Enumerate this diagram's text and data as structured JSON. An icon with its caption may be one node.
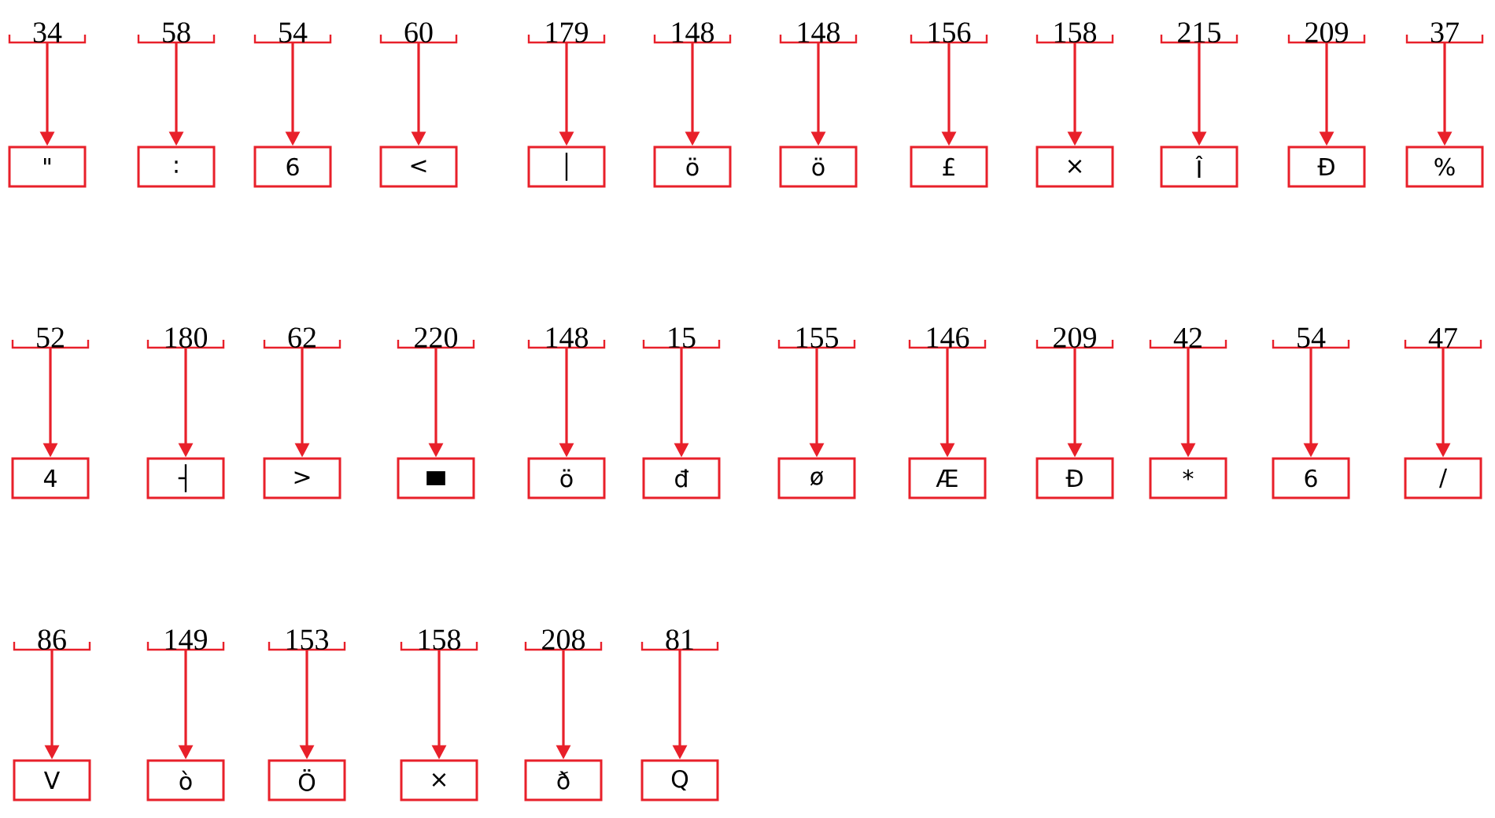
{
  "diagram": {
    "nodes": [
      {
        "text": [
          "34"
        ]
      },
      {
        "text": [
          "\""
        ]
      },
      {
        "text": [
          "58"
        ]
      },
      {
        "text": [
          ":"
        ]
      },
      {
        "text": [
          "54"
        ]
      },
      {
        "text": [
          "6"
        ]
      },
      {
        "text": [
          "60"
        ]
      },
      {
        "text": [
          "<"
        ]
      },
      {
        "text": [
          "179"
        ]
      },
      {
        "text": [
          "│"
        ]
      },
      {
        "text": [
          "148"
        ]
      },
      {
        "text": [
          "ö"
        ]
      },
      {
        "text": [
          "148"
        ]
      },
      {
        "text": [
          "ö"
        ]
      },
      {
        "text": [
          "156"
        ]
      },
      {
        "text": [
          "£"
        ]
      },
      {
        "text": [
          "158"
        ]
      },
      {
        "text": [
          "×"
        ]
      },
      {
        "text": [
          "215"
        ]
      },
      {
        "text": [
          "Î"
        ]
      },
      {
        "text": [
          "209"
        ]
      },
      {
        "text": [
          "Ð"
        ]
      },
      {
        "text": [
          "37"
        ]
      },
      {
        "text": [
          "%"
        ]
      },
      {
        "text": [
          "52"
        ]
      },
      {
        "text": [
          "4"
        ]
      },
      {
        "text": [
          "180"
        ]
      },
      {
        "text": [
          "┤"
        ]
      },
      {
        "text": [
          "62"
        ]
      },
      {
        "text": [
          ">"
        ]
      },
      {
        "text": [
          "220"
        ]
      },
      {
        "text": [
          "▄"
        ]
      },
      {
        "text": [
          "148"
        ]
      },
      {
        "text": [
          "ö"
        ]
      },
      {
        "text": [
          "15"
        ]
      },
      {
        "text": [
          "đ"
        ]
      },
      {
        "text": [
          "155"
        ]
      },
      {
        "text": [
          "ø"
        ]
      },
      {
        "text": [
          "146"
        ]
      },
      {
        "text": [
          "Æ"
        ]
      },
      {
        "text": [
          "209"
        ]
      },
      {
        "text": [
          "Ð"
        ]
      },
      {
        "text": [
          "42"
        ]
      },
      {
        "text": [
          "*"
        ]
      },
      {
        "text": [
          "54"
        ]
      },
      {
        "text": [
          "6"
        ]
      },
      {
        "text": [
          "47"
        ]
      },
      {
        "text": [
          "/"
        ]
      },
      {
        "text": [
          "86"
        ]
      },
      {
        "text": [
          "V"
        ]
      },
      {
        "text": [
          "149"
        ]
      },
      {
        "text": [
          "ò"
        ]
      },
      {
        "text": [
          "153"
        ]
      },
      {
        "text": [
          "Ö"
        ]
      },
      {
        "text": [
          "158"
        ]
      },
      {
        "text": [
          "×"
        ]
      },
      {
        "text": [
          "208"
        ]
      },
      {
        "text": [
          "ð"
        ]
      },
      {
        "text": [
          "81"
        ]
      },
      {
        "text": [
          "Q"
        ]
      }
    ],
    "edges": [
      {
        "from": 0,
        "to": 1,
        "arrow": "to"
      },
      {
        "from": 2,
        "to": 3,
        "arrow": "to"
      },
      {
        "from": 4,
        "to": 5,
        "arrow": "to"
      },
      {
        "from": 6,
        "to": 7,
        "arrow": "to"
      },
      {
        "from": 8,
        "to": 9,
        "arrow": "to"
      },
      {
        "from": 10,
        "to": 11,
        "arrow": "to"
      },
      {
        "from": 12,
        "to": 13,
        "arrow": "to"
      },
      {
        "from": 14,
        "to": 15,
        "arrow": "to"
      },
      {
        "from": 16,
        "to": 17,
        "arrow": "to"
      },
      {
        "from": 18,
        "to": 19,
        "arrow": "to"
      },
      {
        "from": 20,
        "to": 21,
        "arrow": "to"
      },
      {
        "from": 22,
        "to": 23,
        "arrow": "to"
      },
      {
        "from": 24,
        "to": 25,
        "arrow": "to"
      },
      {
        "from": 26,
        "to": 27,
        "arrow": "to"
      },
      {
        "from": 28,
        "to": 29,
        "arrow": "to"
      },
      {
        "from": 30,
        "to": 31,
        "arrow": "to"
      },
      {
        "from": 32,
        "to": 33,
        "arrow": "to"
      },
      {
        "from": 34,
        "to": 35,
        "arrow": "to"
      },
      {
        "from": 36,
        "to": 37,
        "arrow": "to"
      },
      {
        "from": 38,
        "to": 39,
        "arrow": "to"
      },
      {
        "from": 40,
        "to": 41,
        "arrow": "to"
      },
      {
        "from": 42,
        "to": 43,
        "arrow": "to"
      },
      {
        "from": 44,
        "to": 45,
        "arrow": "to"
      },
      {
        "from": 46,
        "to": 47,
        "arrow": "to"
      },
      {
        "from": 48,
        "to": 49,
        "arrow": "to"
      },
      {
        "from": 50,
        "to": 51,
        "arrow": "to"
      },
      {
        "from": 52,
        "to": 53,
        "arrow": "to"
      },
      {
        "from": 54,
        "to": 55,
        "arrow": "to"
      },
      {
        "from": 56,
        "to": 57,
        "arrow": "to"
      },
      {
        "from": 58,
        "to": 59,
        "arrow": "to"
      }
    ]
  }
}
